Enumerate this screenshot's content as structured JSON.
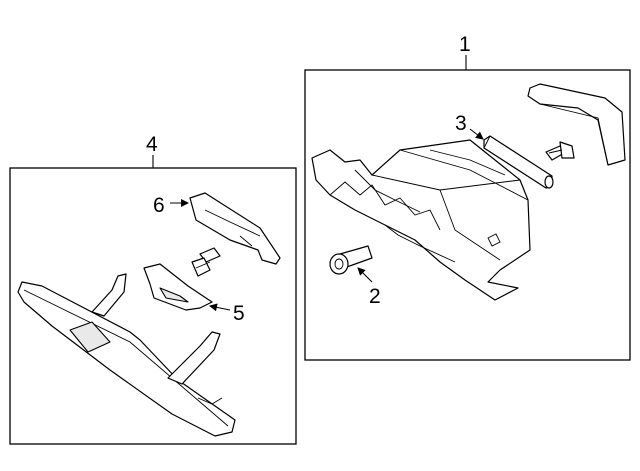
{
  "diagram": {
    "callouts": {
      "c1": "1",
      "c2": "2",
      "c3": "3",
      "c4": "4",
      "c5": "5",
      "c6": "6"
    },
    "colors": {
      "line": "#000000",
      "background": "#ffffff",
      "shade": "#e9e9e9"
    }
  }
}
